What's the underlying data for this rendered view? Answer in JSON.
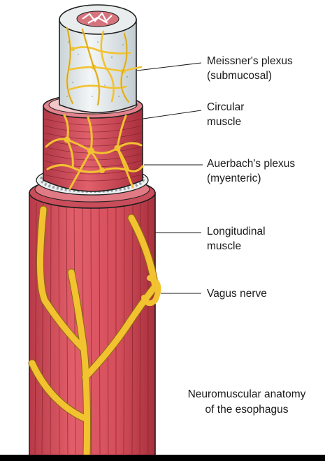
{
  "labels": {
    "meissner": {
      "line1": "Meissner's plexus",
      "line2": "(submucosal)"
    },
    "circular": {
      "line1": "Circular",
      "line2": "muscle"
    },
    "auerbach": {
      "line1": "Auerbach's plexus",
      "line2": "(myenteric)"
    },
    "longitudinal": {
      "line1": "Longitudinal",
      "line2": "muscle"
    },
    "vagus": {
      "line1": "Vagus nerve"
    }
  },
  "caption": {
    "line1": "Neuromuscular anatomy",
    "line2": "of the esophagus"
  },
  "colors": {
    "muscle": "#d9525e",
    "muscle_dark": "#b8333f",
    "nerve": "#f2c230",
    "nerve_outline": "#8a6a10",
    "mucosa": "#e8eef0",
    "outline": "#1f1f1f"
  }
}
